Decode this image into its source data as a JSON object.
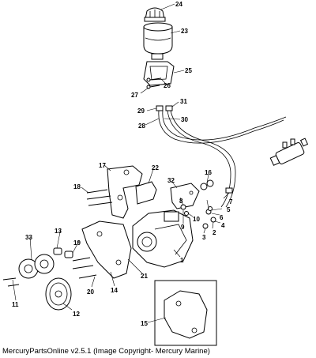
{
  "caption": "MercuryPartsOnline v2.5.1 (Image Copyright- Mercury Marine)",
  "callouts": [
    "1",
    "2",
    "3",
    "4",
    "5",
    "6",
    "7",
    "8",
    "9",
    "10",
    "11",
    "12",
    "13",
    "14",
    "15",
    "16",
    "17",
    "18",
    "19",
    "20",
    "21",
    "22",
    "23",
    "24",
    "25",
    "26",
    "27",
    "28",
    "29",
    "30",
    "31",
    "32",
    "33"
  ]
}
